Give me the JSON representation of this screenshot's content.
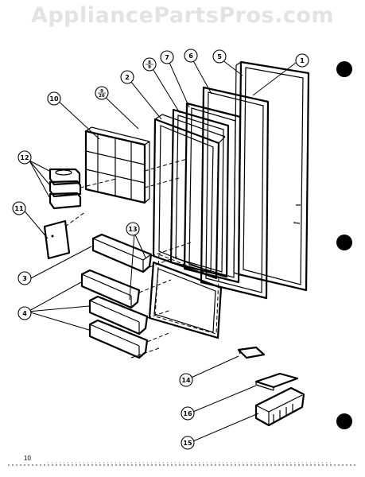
{
  "watermark": "AppliancePartsPros.com",
  "page_number": "10",
  "callouts": {
    "c1": "1",
    "c2": "2",
    "c3": "3",
    "c4": "4",
    "c5": "5",
    "c6": "6",
    "c7": "7",
    "c8_top": "8",
    "c8_bot": "9",
    "c9_top": "9",
    "c9_bot": "26",
    "c10": "10",
    "c11": "11",
    "c12": "12",
    "c13": "13",
    "c14": "14",
    "c15": "15",
    "c16": "16"
  },
  "colors": {
    "ink": "#000000",
    "watermark": "#e3e3e3",
    "background": "#ffffff"
  }
}
